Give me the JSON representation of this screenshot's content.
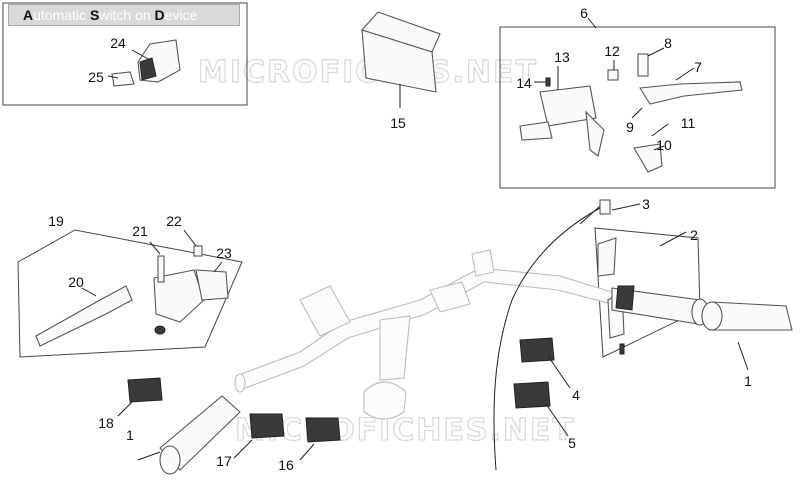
{
  "title": {
    "parts": [
      {
        "text": "A",
        "key": true
      },
      {
        "text": "utomatic ",
        "key": false
      },
      {
        "text": "S",
        "key": true
      },
      {
        "text": "witch on ",
        "key": false
      },
      {
        "text": "D",
        "key": true
      },
      {
        "text": "evice",
        "key": false
      }
    ]
  },
  "watermark": "MICROFICHES.NET",
  "labels": {
    "l1a": "1",
    "l1b": "1",
    "l2": "2",
    "l3": "3",
    "l4": "4",
    "l5": "5",
    "l6": "6",
    "l7": "7",
    "l8": "8",
    "l9": "9",
    "l10": "10",
    "l11": "11",
    "l12": "12",
    "l13": "13",
    "l14": "14",
    "l15": "15",
    "l16": "16",
    "l17": "17",
    "l18": "18",
    "l19": "19",
    "l20": "20",
    "l21": "21",
    "l22": "22",
    "l23": "23",
    "l24": "24",
    "l25": "25"
  },
  "colors": {
    "label": "#111111",
    "frame": "#444444",
    "watermark": "#d8d8d8"
  }
}
